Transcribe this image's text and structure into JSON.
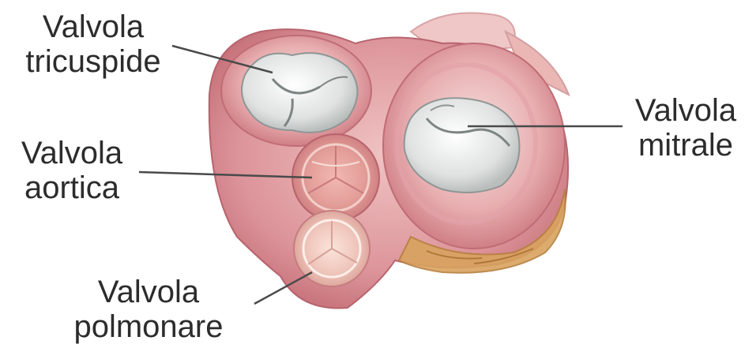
{
  "labels": {
    "tricuspid": {
      "line1": "Valvola",
      "line2": "tricuspide"
    },
    "aortic": {
      "line1": "Valvola",
      "line2": "aortica"
    },
    "pulmonary": {
      "line1": "Valvola",
      "line2": "polmonare"
    },
    "mitral": {
      "line1": "Valvola",
      "line2": "mitrale"
    }
  },
  "colors": {
    "tissue_outer": "#d98f96",
    "tissue_inner": "#e9b7b8",
    "valve_white": "#e9ebea",
    "fat": "#d9a35f",
    "leader_line": "#4a4a4a",
    "text": "#2c2c2c"
  }
}
